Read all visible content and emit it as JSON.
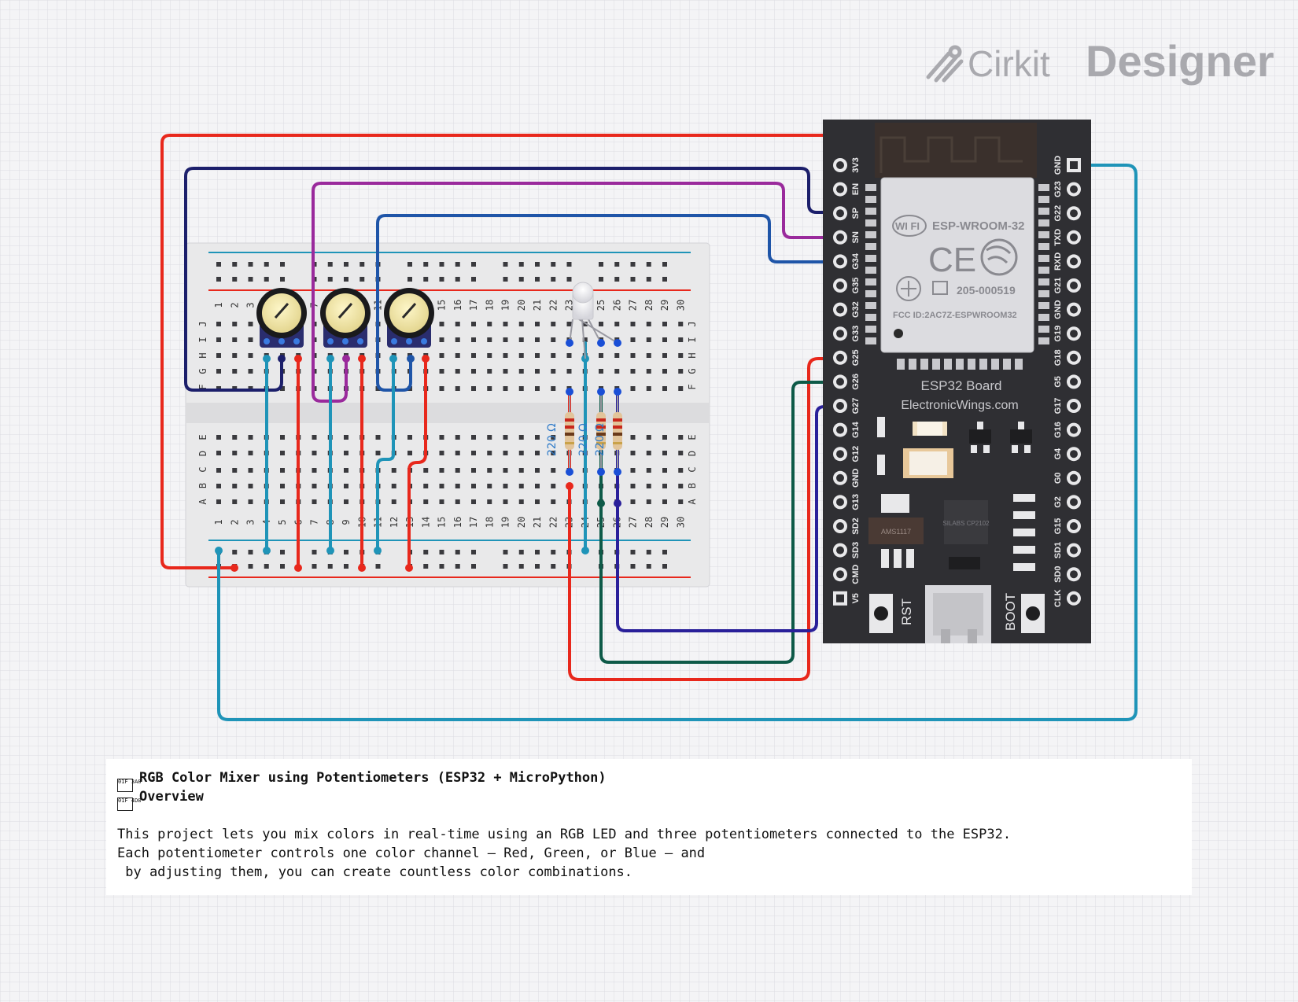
{
  "brand": {
    "name_a": "Cirkit",
    "name_b": "Designer",
    "accent": "#a9a9ae"
  },
  "colors": {
    "red_wire": "#e8281c",
    "navy_wire": "#1c1f6b",
    "purple_wire": "#9a2a9c",
    "blue_wire": "#1f55a8",
    "cyan_wire": "#1f94b8",
    "green_wire": "#0e5a48",
    "indigo_wire": "#2a209a",
    "board": "#2f2f33",
    "breadboard": "#e9e9ea"
  },
  "breadboard": {
    "columns_top": [
      "1",
      "2",
      "3",
      "4",
      "5",
      "6",
      "7",
      "8",
      "9",
      "10",
      "11",
      "12",
      "13",
      "14",
      "15",
      "16",
      "17",
      "18",
      "19",
      "20",
      "21",
      "22",
      "23",
      "24",
      "25",
      "26",
      "27",
      "28",
      "29",
      "30"
    ],
    "rows_upper": [
      "J",
      "I",
      "H",
      "G",
      "F"
    ],
    "rows_lower": [
      "E",
      "D",
      "C",
      "B",
      "A"
    ]
  },
  "resistors": [
    {
      "label": "220 Ω"
    },
    {
      "label": "220 Ω"
    },
    {
      "label": "220 Ω"
    }
  ],
  "esp32": {
    "module_name": "ESP-WROOM-32",
    "wifi": "WI FI",
    "ce": "CE",
    "cert_id": "205-000519",
    "fcc": "FCC ID:2AC7Z-ESPWROOM32",
    "board_title": "ESP32 Board",
    "board_subtitle": "ElectronicWings.com",
    "regulator": "AMS1117",
    "usb_chip": "SILABS CP2102",
    "rst_label": "RST",
    "boot_label": "BOOT",
    "left_pins": [
      "3V3",
      "EN",
      "SP",
      "SN",
      "G34",
      "G35",
      "G32",
      "G33",
      "G25",
      "G26",
      "G27",
      "G14",
      "G12",
      "GND",
      "G13",
      "SD2",
      "SD3",
      "CMD",
      "V5"
    ],
    "right_pins": [
      "GND",
      "G23",
      "G22",
      "TXD",
      "RXD",
      "G21",
      "GND",
      "G19",
      "G18",
      "G5",
      "G17",
      "G16",
      "G4",
      "G0",
      "G2",
      "G15",
      "SD1",
      "SD0",
      "CLK"
    ]
  },
  "description": {
    "title": "RGB Color Mixer using Potentiometers (ESP32 + MicroPython)",
    "title_emoji": "01F 3A8",
    "section": "Overview",
    "section_emoji": "01F 4D8",
    "body": [
      "This project lets you mix colors in real-time using an RGB LED and three potentiometers connected to the ESP32.",
      "Each potentiometer controls one color channel — Red, Green, or Blue — and",
      " by adjusting them, you can create countless color combinations."
    ]
  }
}
